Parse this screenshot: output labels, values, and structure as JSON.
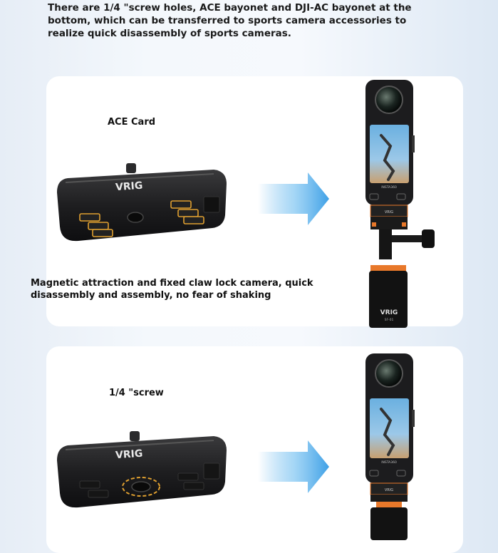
{
  "intro": {
    "text": "There are 1/4 \"screw holes, ACE bayonet and DJI-AC bayonet at the bottom, which can be transferred to sports camera accessories to realize quick disassembly of sports cameras."
  },
  "section1": {
    "label": "ACE Card",
    "caption": "Magnetic attraction and fixed claw lock camera, quick disassembly and assembly, no fear of shaking",
    "mount_logo": "VRIG",
    "adapter_logo": "VRIG",
    "stick_logo": "VRIG",
    "stick_sublabel": "SF-01",
    "camera_brand": "INSTA360"
  },
  "section2": {
    "label": "1/4 \"screw",
    "mount_logo": "VRIG",
    "adapter_logo": "VRIG",
    "camera_brand": "INSTA360"
  },
  "colors": {
    "arrow": "#4aa8e8",
    "accent_orange": "#e8782a",
    "gold_highlight": "#e0a030",
    "device_black": "#1c1c1e"
  }
}
